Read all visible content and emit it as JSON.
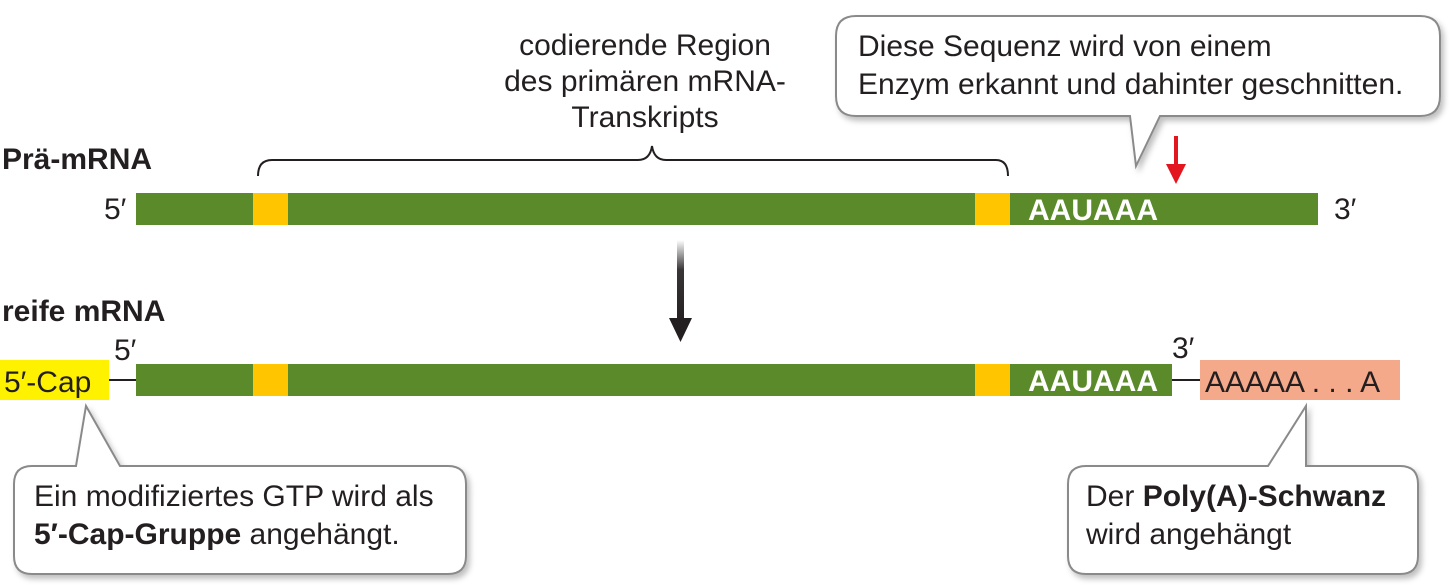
{
  "pre_mrna": {
    "label": "Prä-mRNA",
    "end5": "5′",
    "end3": "3′",
    "signal": "AAUAAA"
  },
  "coding_region_label": {
    "line1": "codierende Region",
    "line2": "des primären mRNA-",
    "line3": "Transkripts"
  },
  "enzyme_callout": {
    "line1": "Diese Sequenz wird von einem",
    "line2": "Enzym erkannt und dahinter geschnitten."
  },
  "mature_mrna": {
    "label": "reife mRNA",
    "cap": "5′-Cap",
    "end5": "5′",
    "end3": "3′",
    "signal": "AAUAAA",
    "tail": "AAAAA . . . A"
  },
  "cap_callout": {
    "line1": "Ein modifiziertes GTP wird als",
    "line2_bold": "5′-Cap-Gruppe",
    "line2_rest": " angehängt."
  },
  "tail_callout": {
    "line1_plain": "Der ",
    "line1_bold": "Poly(A)-Schwanz",
    "line2": "wird angehängt"
  },
  "colors": {
    "rna_green": "#5a8a2a",
    "exon_yellow": "#ffc600",
    "cap_yellow": "#fff200",
    "tail_salmon": "#f4a98b",
    "cut_arrow_red": "#e3151f",
    "text": "#231f20"
  }
}
